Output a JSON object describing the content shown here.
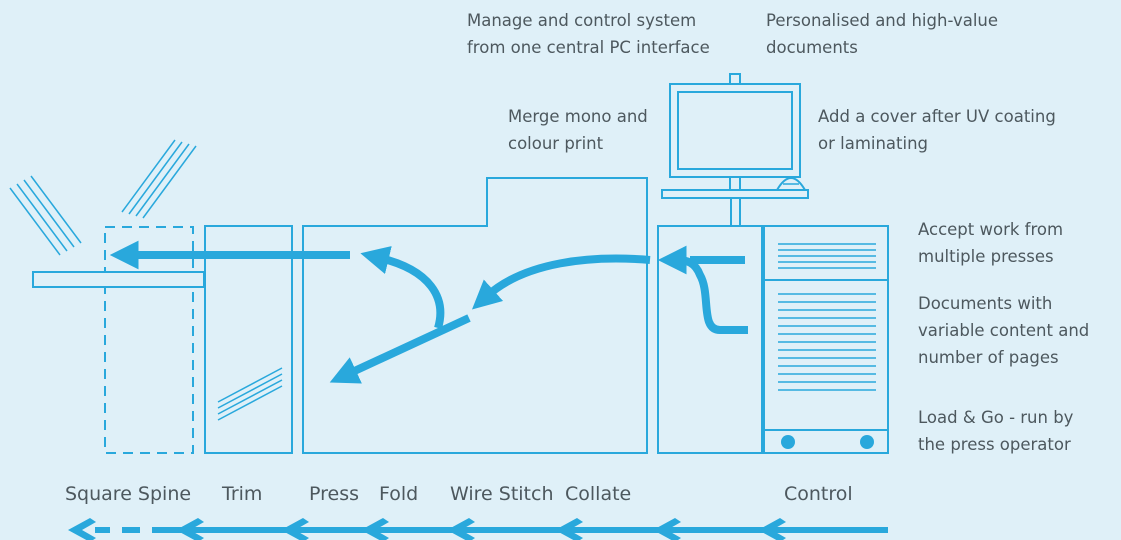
{
  "colors": {
    "background": "#dff0f8",
    "line": "#29a8dc",
    "text": "#4d585e"
  },
  "features": {
    "manage": [
      "Manage and control system",
      "from one central PC interface"
    ],
    "personalised": [
      "Personalised and high-value",
      "documents"
    ],
    "merge": [
      "Merge mono and",
      "colour print"
    ],
    "cover": [
      "Add a cover after UV coating",
      "or laminating"
    ],
    "accept": [
      "Accept work from",
      "multiple presses"
    ],
    "variable": [
      "Documents with",
      "variable content and",
      "number of pages"
    ],
    "load": [
      "Load & Go - run by",
      "the press operator"
    ]
  },
  "stages": {
    "square_spine": "Square Spine",
    "trim": "Trim",
    "press": "Press",
    "fold": "Fold",
    "wire_stitch": "Wire Stitch",
    "collate": "Collate",
    "control": "Control"
  }
}
